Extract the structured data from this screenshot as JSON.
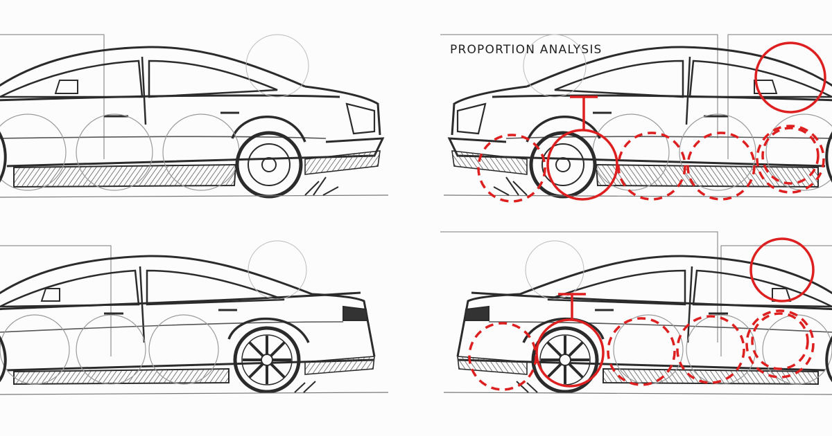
{
  "annotation": {
    "title": "PROPORTION ANALYSIS"
  },
  "colors": {
    "pencil": "#2b2b2b",
    "guide": "#9a9a9a",
    "markup": "#dd1f1f",
    "paper": "#fcfcfc"
  },
  "panels": [
    {
      "id": "top-left",
      "car": "older-sedan",
      "wheel": "steel",
      "markup": false
    },
    {
      "id": "top-right",
      "car": "older-sedan",
      "wheel": "steel",
      "markup": true
    },
    {
      "id": "bottom-left",
      "car": "newer-sedan",
      "wheel": "spoke",
      "markup": false
    },
    {
      "id": "bottom-right",
      "car": "newer-sedan",
      "wheel": "spoke",
      "markup": true
    }
  ]
}
